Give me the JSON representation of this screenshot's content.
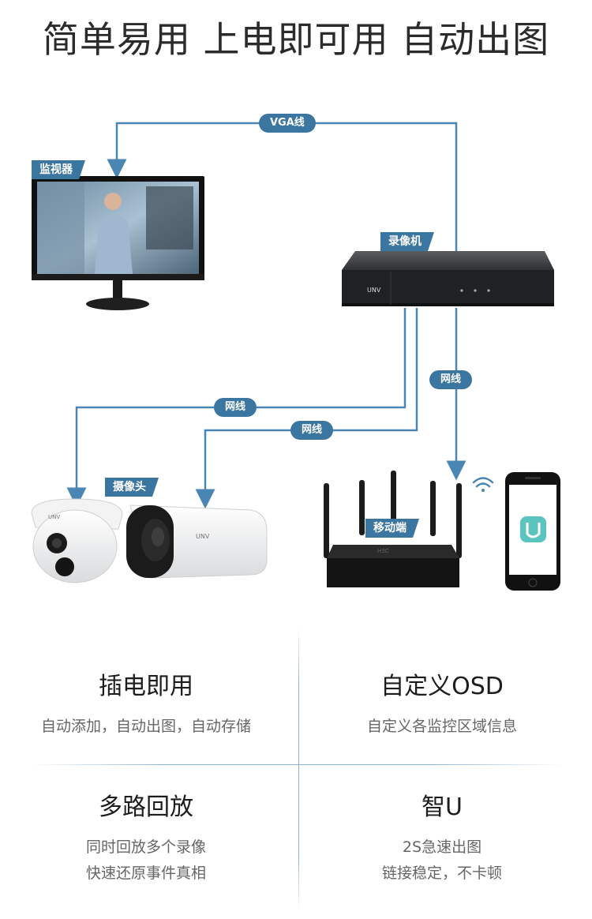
{
  "headline": "简单易用 上电即可用 自动出图",
  "labels": {
    "monitor": "监视器",
    "recorder": "录像机",
    "cameras": "摄像头",
    "mobile": "移动端"
  },
  "cables": {
    "vga": "VGA线",
    "net_mobile": "网线",
    "net_camera1": "网线",
    "net_camera2": "网线"
  },
  "brand": "UNV",
  "features": [
    {
      "title": "插电即用",
      "lines": [
        "自动添加，自动出图，自动存储"
      ]
    },
    {
      "title": "自定义OSD",
      "lines": [
        "自定义各监控区域信息"
      ]
    },
    {
      "title": "多路回放",
      "lines": [
        "同时回放多个录像",
        "快速还原事件真相"
      ]
    },
    {
      "title": "智U",
      "lines": [
        "2S急速出图",
        "链接稳定，不卡顿"
      ]
    }
  ],
  "colors": {
    "accent": "#3b76a0",
    "line": "#4a86b4"
  }
}
